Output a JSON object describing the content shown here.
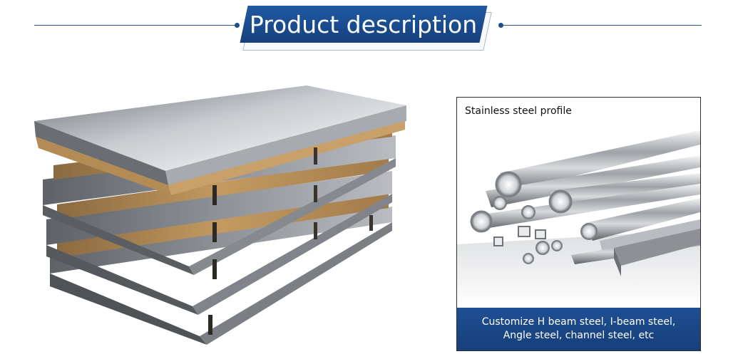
{
  "header": {
    "title": "Product description",
    "accent_color": "#1c4f8c"
  },
  "gallery": {
    "sheets_image": {
      "icon": "stacked-steel-sheets-image"
    },
    "profile_card": {
      "title": "Stainless steel profile",
      "image": {
        "icon": "steel-pipes-and-profiles-image"
      },
      "caption_line1": "Customize H beam steel, I-beam steel,",
      "caption_line2": "Angle steel, channel steel, etc",
      "caption_bg": "#1e4f94"
    }
  }
}
